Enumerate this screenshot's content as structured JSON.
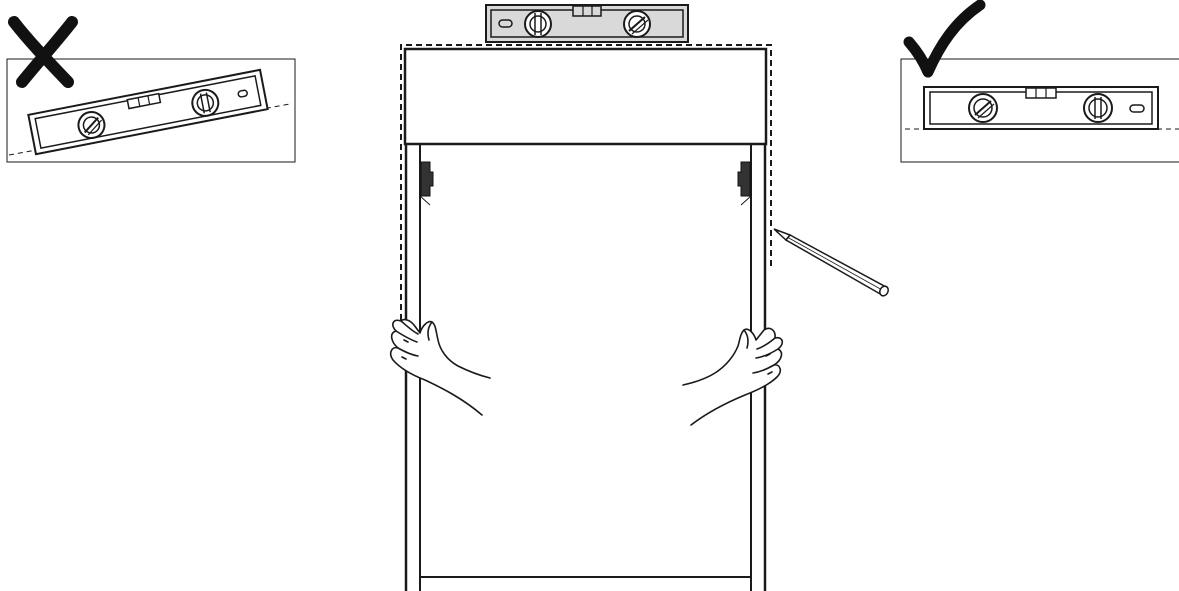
{
  "figure": {
    "kind": "installation-illustration",
    "panels": [
      {
        "id": "incorrect",
        "symbol": "cross-mark-icon",
        "meaning": "incorrect",
        "tool": "spirit-level-icon",
        "state": "tilted"
      },
      {
        "id": "correct",
        "symbol": "check-mark-icon",
        "meaning": "correct",
        "tool": "spirit-level-icon",
        "state": "level"
      }
    ],
    "main_scene": {
      "object": "tall-cabinet-frame",
      "tools": [
        "spirit-level-icon",
        "pencil-icon"
      ],
      "hands": [
        "left-hand-icon",
        "right-hand-icon"
      ],
      "outline": "dashed"
    }
  },
  "colors": {
    "line": "#1a1a1a",
    "level_fill": "#d9d9d9",
    "background": "#ffffff"
  }
}
